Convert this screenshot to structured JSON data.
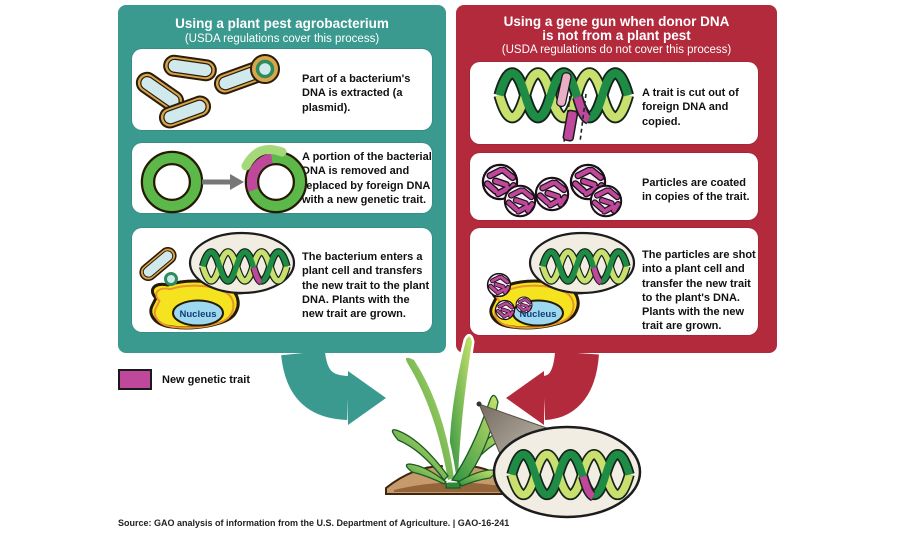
{
  "figure": {
    "colors": {
      "teal": "#3B9A90",
      "red": "#B32A3C",
      "magenta": "#C0489C"
    },
    "left_panel": {
      "title": "Using a plant pest agrobacterium",
      "subtitle": "(USDA regulations cover this process)",
      "steps": [
        {
          "icon": "bacteria-cluster",
          "text": "Part of a bacterium's DNA is extracted (a plasmid)."
        },
        {
          "icon": "plasmid-swap",
          "text": "A portion of the bacterial DNA is removed and replaced by foreign DNA with a new genetic trait."
        },
        {
          "icon": "cell-with-bacterium",
          "text": "The bacterium enters a plant cell and transfers the new trait to the plant DNA. Plants with the new trait are grown."
        }
      ]
    },
    "right_panel": {
      "title_line1": "Using a gene gun when donor DNA",
      "title_line2": "is not from a plant pest",
      "subtitle": "(USDA regulations do not cover this process)",
      "steps": [
        {
          "icon": "dna-trait-cut",
          "text": "A trait is cut out of foreign DNA and copied."
        },
        {
          "icon": "coated-particles",
          "text": "Particles are coated in copies of the trait."
        },
        {
          "icon": "cell-with-particles",
          "text": "The particles are shot into a plant cell and transfer the new trait to the plant's DNA. Plants with the new trait are grown."
        }
      ]
    },
    "labels": {
      "nucleus": "Nucleus"
    },
    "legend": {
      "label": "New genetic trait",
      "color": "#C0489C"
    },
    "source_line": "Source: GAO analysis of information from the U.S. Department of Agriculture.  |  GAO-16-241"
  }
}
